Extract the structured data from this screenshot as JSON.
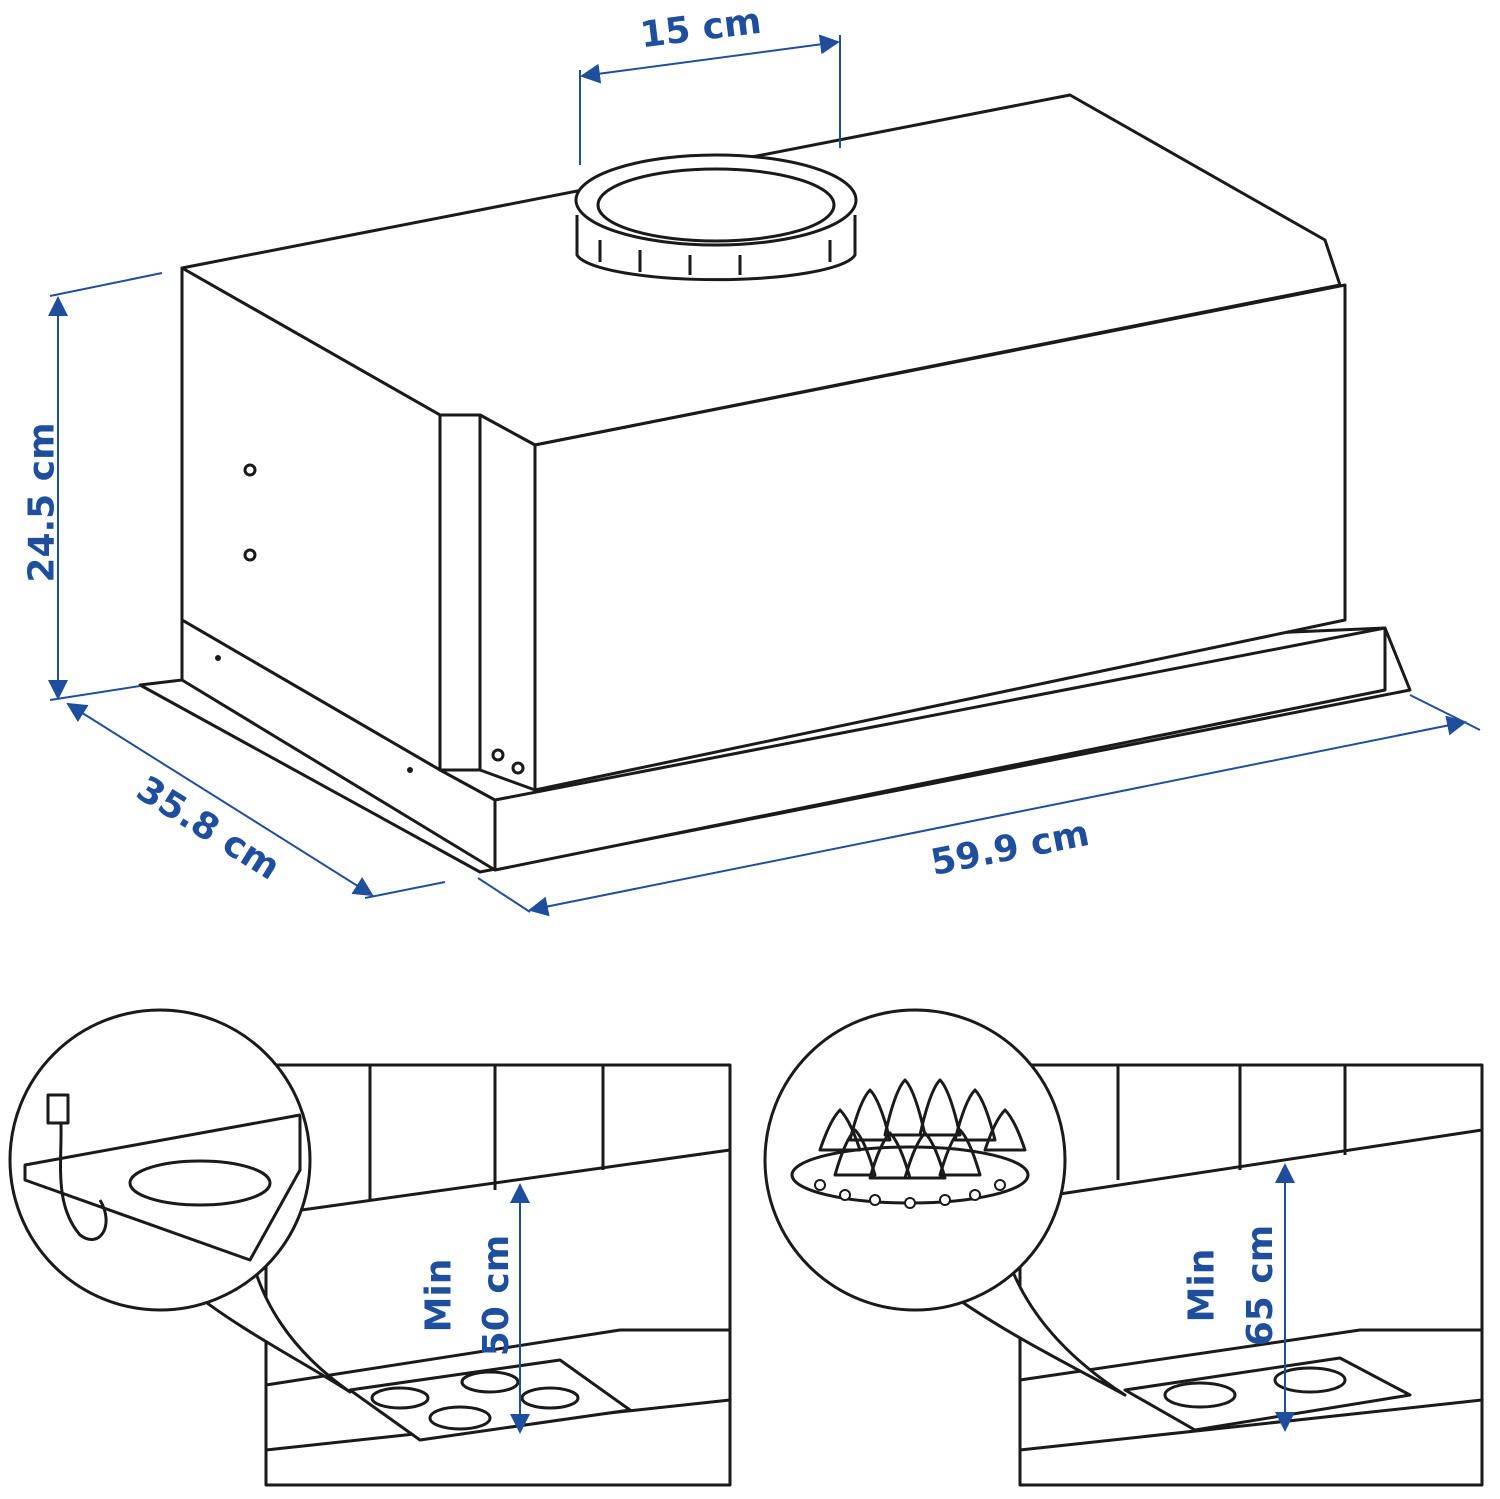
{
  "dimensions": {
    "duct_diameter": "15 cm",
    "height": "24.5 cm",
    "depth": "35.8 cm",
    "width": "59.9 cm"
  },
  "electric_hob": {
    "min_label": "Min",
    "distance": "50 cm"
  },
  "gas_hob": {
    "min_label": "Min",
    "distance": "65 cm"
  },
  "colors": {
    "dimension": "#1f4f9c",
    "line": "#1a1a1a"
  }
}
